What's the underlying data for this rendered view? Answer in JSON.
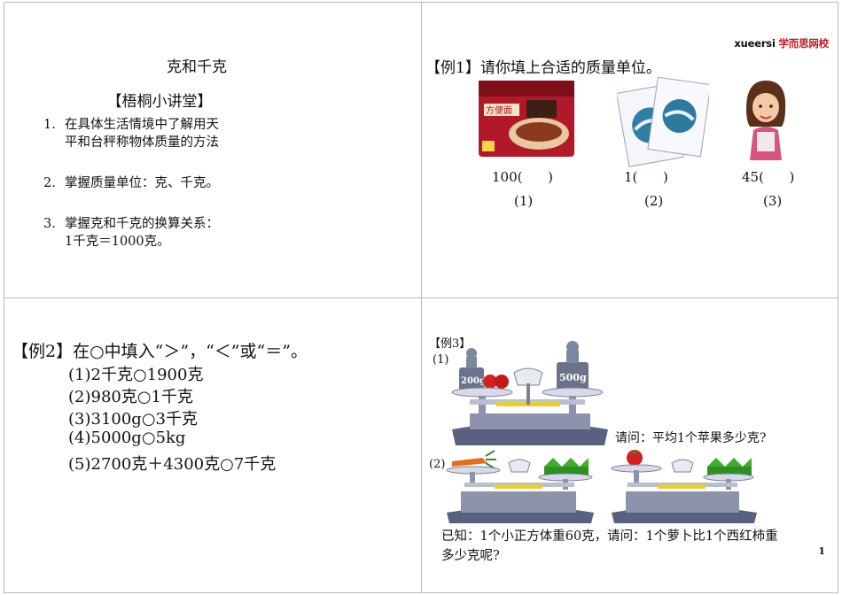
{
  "lesson": {
    "title": "克和千克",
    "subtitle": "【梧桐小讲堂】",
    "objectives": [
      {
        "num": "1.",
        "text": "在具体生活情境中了解用天平和台秤称物体质量的方法"
      },
      {
        "num": "2.",
        "text": "掌握质量单位：克、千克。"
      },
      {
        "num": "3.",
        "text": "掌握克和千克的换算关系：1千克＝1000克。"
      }
    ]
  },
  "example1": {
    "logo_en": "xueersi",
    "logo_cn": "学而思网校",
    "heading": "【例1】请你填上合适的质量单位。",
    "items": [
      {
        "answer": "100(      )",
        "label": "(1)"
      },
      {
        "answer": "1(      )",
        "label": "(2)"
      },
      {
        "answer": "45(      )",
        "label": "(3)"
      }
    ],
    "noodle_brand": "方便面"
  },
  "example2": {
    "heading": "【例2】在○中填入“＞”，“＜”或“＝”。",
    "items": [
      "(1)2千克○1900克",
      "(2)980克○1千克",
      "(3)3100g○3千克",
      "(4)5000g○5kg",
      "(5)2700克＋4300克○7千克"
    ]
  },
  "example3": {
    "heading": "【例3】",
    "part1_label": "(1)",
    "part2_label": "(2)",
    "weight_left": "200g",
    "weight_right": "500g",
    "question1": "请问：平均1个苹果多少克?",
    "known": "已知：1个小正方体重60克，请问：1个萝卜比1个西红柿重多少克呢?",
    "page_number": "1",
    "colors": {
      "scale_base": "#5a607f",
      "scale_tray": "#d7dbe8",
      "apple": "#d21f1f",
      "cube": "#3fae2a",
      "carrot": "#e86a1c"
    }
  }
}
